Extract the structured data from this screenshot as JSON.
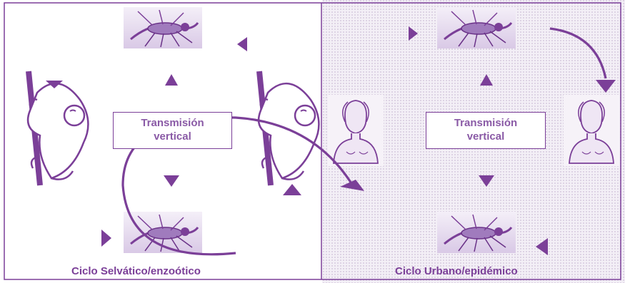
{
  "colors": {
    "accent": "#7b3f98",
    "panel_bg": "#f2eef5",
    "dot_grid": "#e3dbe9",
    "image_tile": "#e6dcee"
  },
  "sylvatic": {
    "caption": "Ciclo Selvático/enzoótico",
    "transmission_line1": "Transmisión",
    "transmission_line2": "vertical"
  },
  "urban": {
    "caption": "Ciclo Urbano/epidémico",
    "transmission_line1": "Transmisión",
    "transmission_line2": "vertical"
  },
  "icons": [
    "mosquito-icon",
    "monkey-icon",
    "human-icon",
    "arrow-icon"
  ]
}
